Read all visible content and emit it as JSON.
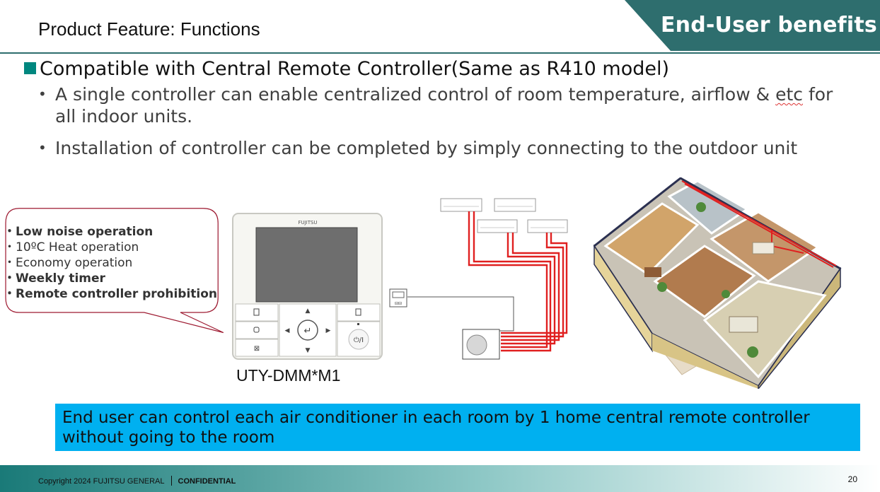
{
  "header": {
    "title": "Product Feature: Functions",
    "banner": "End-User benefits",
    "banner_color": "#2e6e6e"
  },
  "main": {
    "heading": "Compatible with Central Remote Controller(Same as R410 model)",
    "bullets": [
      {
        "line1_pre": "A single controller can enable centralized control of room temperature, airflow & ",
        "line1_mark": "etc",
        "line1_post": " for",
        "line2": "all indoor units."
      },
      {
        "text": "Installation of controller can be completed by simply connecting to the outdoor unit"
      }
    ]
  },
  "callout": {
    "items": [
      {
        "text": "・Low noise operation",
        "bold": true
      },
      {
        "text": "・10ºC Heat operation",
        "bold": false
      },
      {
        "text": "・Economy operation",
        "bold": false
      },
      {
        "text": "・Weekly timer",
        "bold": true
      },
      {
        "text": "・Remote controller prohibition",
        "bold": true
      }
    ]
  },
  "controller": {
    "brand": "FUJITSU",
    "model": "UTY-DMM*M1",
    "power_symbol": "⏻/I"
  },
  "diagram": {
    "wire_color": "#e02020"
  },
  "info_box": {
    "line1": "End user can control each air conditioner in each room by 1 home central remote controller",
    "line2": "without going to the room",
    "color": "#00b0f0"
  },
  "footer": {
    "copyright": "Copyright 2024 FUJITSU GENERAL",
    "confidential": "CONFIDENTIAL",
    "page": "20"
  }
}
